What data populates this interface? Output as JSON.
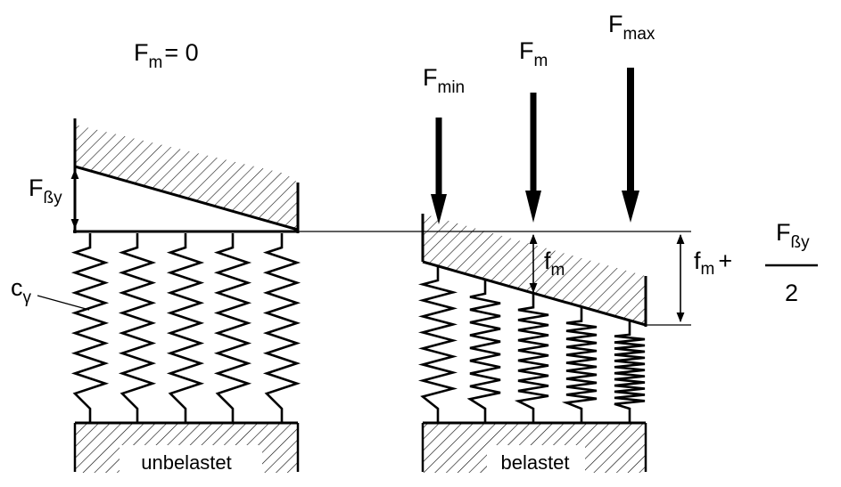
{
  "labels": {
    "fm_zero_main": "F",
    "fm_zero_sub": "m",
    "fm_zero_eq": "= 0",
    "fmin_main": "F",
    "fmin_sub": "min",
    "fm_main": "F",
    "fm_sub": "m",
    "fmax_main": "F",
    "fmax_sub": "max",
    "fby_main": "F",
    "fby_sub": "ßy",
    "cy_main": "c",
    "cy_sub": "γ",
    "deflection_main": "f",
    "deflection_sub": "m",
    "formula_main": "f",
    "formula_sub": "m",
    "formula_plus": "+",
    "fraction_num_main": "F",
    "fraction_num_sub": "ßy",
    "fraction_den": "2",
    "unloaded": "unbelastet",
    "loaded": "belastet"
  }
}
